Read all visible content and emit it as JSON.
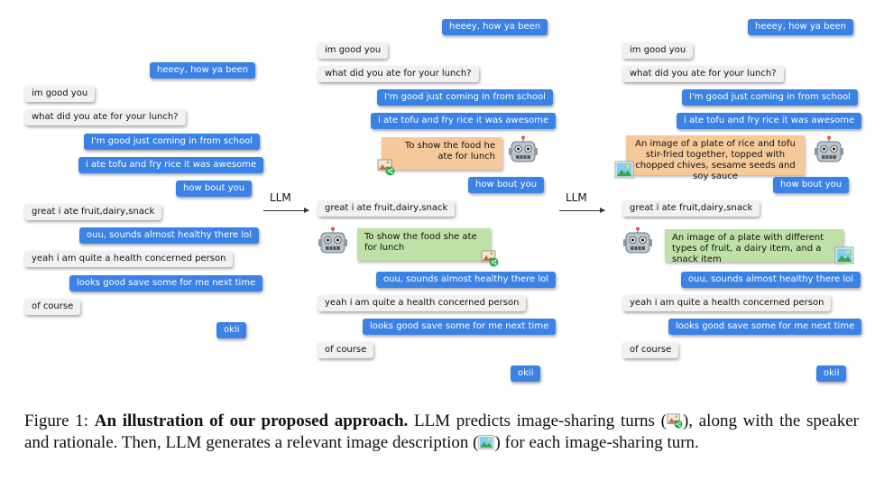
{
  "llm_label": "LLM",
  "left": {
    "messages": [
      {
        "side": "r",
        "text": "heeey, how ya been"
      },
      {
        "side": "l",
        "text": "im good you"
      },
      {
        "side": "l",
        "text": "what did you ate for your lunch?"
      },
      {
        "side": "r",
        "text": "I'm good just coming in from school"
      },
      {
        "side": "r",
        "text": "i ate tofu and fry rice it was awesome"
      },
      {
        "side": "r",
        "text": "how bout you"
      },
      {
        "side": "l",
        "text": "great i ate fruit,dairy,snack"
      },
      {
        "side": "r",
        "text": "ouu, sounds almost healthy there lol"
      },
      {
        "side": "l",
        "text": "yeah i am quite a health concerned person"
      },
      {
        "side": "r",
        "text": "looks good save some for me next time"
      },
      {
        "side": "l",
        "text": "of course"
      },
      {
        "side": "r",
        "text": "okii"
      }
    ]
  },
  "middle": {
    "messages": [
      {
        "side": "r",
        "text": "heeey, how ya been"
      },
      {
        "side": "l",
        "text": "im good you"
      },
      {
        "side": "l",
        "text": "what did you ate for your lunch?"
      },
      {
        "side": "r",
        "text": "I'm good just coming in from school"
      },
      {
        "side": "r",
        "text": "i ate tofu and fry rice it was awesome"
      },
      {
        "side": "r",
        "text": "how bout you"
      },
      {
        "side": "l",
        "text": "great i ate fruit,dairy,snack"
      },
      {
        "side": "r",
        "text": "ouu, sounds almost healthy there lol"
      },
      {
        "side": "l",
        "text": "yeah i am quite a health concerned person"
      },
      {
        "side": "r",
        "text": "looks good save some for me next time"
      },
      {
        "side": "l",
        "text": "of course"
      },
      {
        "side": "r",
        "text": "okii"
      }
    ],
    "rationale_1": "To show the food he ate for lunch",
    "rationale_2": "To show the food she ate for lunch"
  },
  "right": {
    "messages": [
      {
        "side": "r",
        "text": "heeey, how ya been"
      },
      {
        "side": "l",
        "text": "im good you"
      },
      {
        "side": "l",
        "text": "what did you ate for your lunch?"
      },
      {
        "side": "r",
        "text": "I'm good just coming in from school"
      },
      {
        "side": "r",
        "text": "i ate tofu and fry rice it was awesome"
      },
      {
        "side": "r",
        "text": "how bout you"
      },
      {
        "side": "l",
        "text": "great i ate fruit,dairy,snack"
      },
      {
        "side": "r",
        "text": "ouu, sounds almost healthy there lol"
      },
      {
        "side": "l",
        "text": "yeah i am quite a health concerned person"
      },
      {
        "side": "r",
        "text": "looks good save some for me next time"
      },
      {
        "side": "l",
        "text": "of course"
      },
      {
        "side": "r",
        "text": "okii"
      }
    ],
    "description_1": "An image of a plate of rice and tofu stir-fried together, topped with chopped chives, sesame seeds and soy sauce",
    "description_2": "An image of a plate with different types of fruit, a dairy item, and a snack item"
  },
  "caption": {
    "label": "Figure 1: ",
    "bold": "An illustration of our proposed approach.",
    "part1": " LLM predicts image-sharing turns (",
    "part2": "), along with the speaker and rationale.  Then, LLM generates a relevant image description (",
    "part3": ") for each image-sharing turn."
  }
}
